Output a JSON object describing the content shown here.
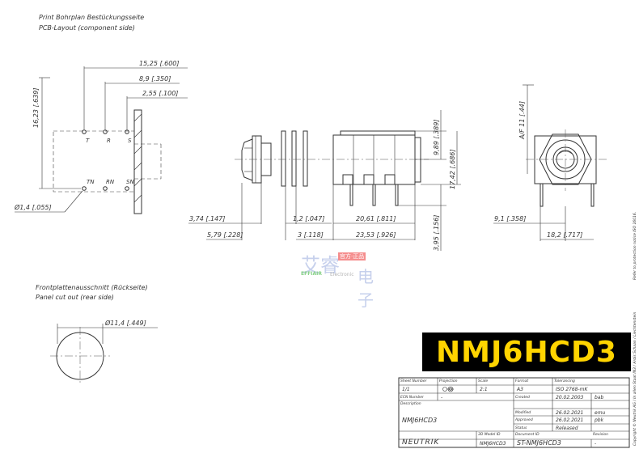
{
  "pcb_layout": {
    "title_de": "Print Bohrplan Bestückungsseite",
    "title_en": "PCB-Layout (component side)",
    "pin_labels": [
      "T",
      "R",
      "S",
      "TN",
      "RN",
      "SN"
    ],
    "dims": [
      "15,25 [.600]",
      "8,9 [.350]",
      "2,55 [.100]",
      "16,23 [.639]",
      "Ø1,4 [.055]"
    ]
  },
  "side_view": {
    "dims": [
      "3,74 [.147]",
      "5,79 [.228]",
      "1,2 [.047]",
      "3 [.118]",
      "20,61 [.811]",
      "23,53 [.926]",
      "9,89 [.389]",
      "17,42 [.686]",
      "3,95 [.156]"
    ]
  },
  "front_view": {
    "dims": [
      "A/F 11 [.44]",
      "9,1 [.358]",
      "18,2 [.717]"
    ]
  },
  "panel_cutout": {
    "title_de": "Frontplattenausschnitt (Rückseite)",
    "title_en": "Panel cut out (rear side)",
    "dim": "Ø11,4 [.449]"
  },
  "watermark": {
    "main": "艾睿",
    "chip": "官方·正品",
    "brand": "EFFIAIR",
    "sub": "Electronic",
    "tail": "电子"
  },
  "badge": {
    "text": "NMJ6HCD3"
  },
  "side_notes": {
    "right": "Refer to protection notice ISO 16016.",
    "bottom": "Copyright © Neutrik AG / In allen Staat IN3 / Ardis Schaan / Liechtenstein"
  },
  "title_block": {
    "sheet_number_label": "Sheet Number",
    "sheet_number": "1/1",
    "projection_label": "Projection",
    "scale_label": "Scale",
    "scale": "2:1",
    "format_label": "Format",
    "format": "A3",
    "tolerancing_label": "Tolerancing",
    "tolerancing": "ISO 2768-mK",
    "ecn_label": "ECN Number",
    "ecn": "-",
    "created_label": "Created",
    "created_date": "20.02.2003",
    "created_by": "bab",
    "description_label": "Description",
    "description": "NMJ6HCD3",
    "modified_label": "Modified",
    "modified_date": "26.02.2021",
    "modified_by": "emu",
    "approved_label": "Approved",
    "approved_date": "26.02.2021",
    "approved_by": "pbk",
    "status_label": "Status",
    "status": "Released",
    "logo": "NEUTRIK",
    "model_label": "3D Model ID",
    "model": "NMJ6HCD3",
    "document_label": "Document ID",
    "document": "ST-NMJ6HCD3",
    "revision_label": "Revision",
    "revision": "-"
  }
}
